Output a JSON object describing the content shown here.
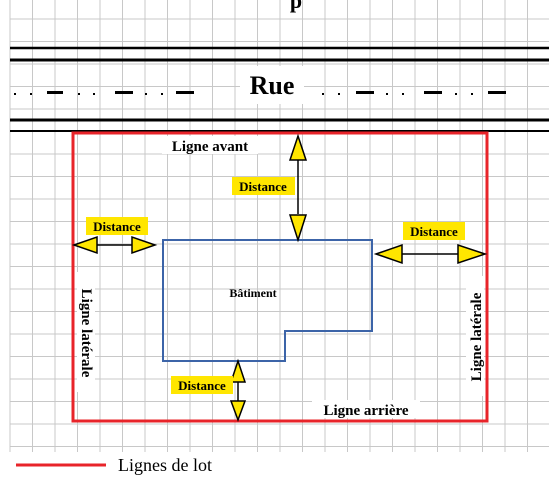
{
  "header": {
    "partial_text": "p"
  },
  "street": {
    "label": "Rue"
  },
  "lot": {
    "front_line_label": "Ligne avant",
    "rear_line_label": "Ligne arrière",
    "left_side_label": "Ligne latérale",
    "right_side_label": "Ligne latérale"
  },
  "building": {
    "label": "Bâtiment"
  },
  "distances": {
    "front": "Distance",
    "left": "Distance",
    "right": "Distance",
    "rear": "Distance"
  },
  "legend": {
    "label": "Lignes de lot"
  },
  "colors": {
    "lot_line": "#e8242a",
    "building_outline": "#3c64a8",
    "arrow_fill": "#ffe600",
    "highlight": "#ffe600",
    "grid": "#c8c8c8",
    "street_lines": "#000000"
  }
}
